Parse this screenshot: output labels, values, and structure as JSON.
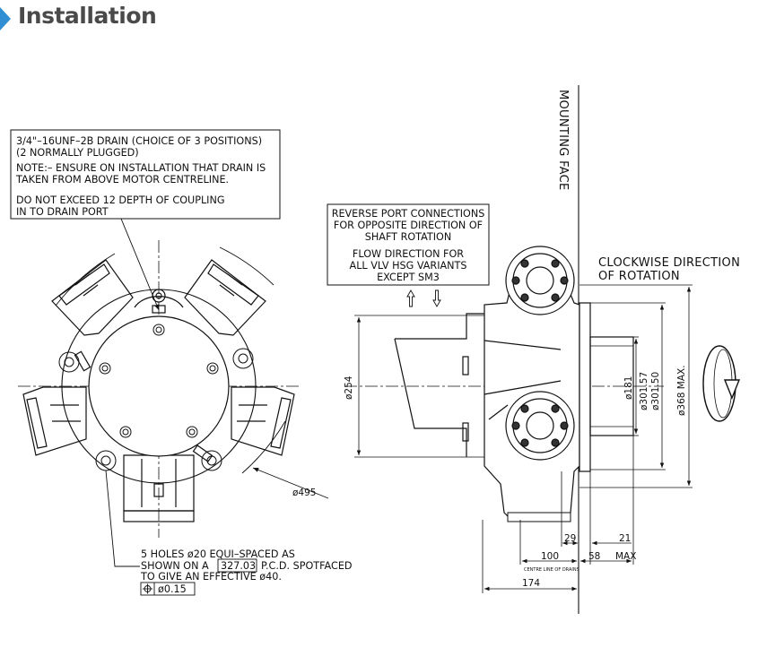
{
  "header": {
    "title": "Installation",
    "accent_color": "#2f8fd2"
  },
  "notes": {
    "drain": [
      "3/4\"–16UNF–2B DRAIN (CHOICE OF 3 POSITIONS)",
      "(2 NORMALLY PLUGGED)",
      "NOTE:– ENSURE ON INSTALLATION THAT DRAIN IS",
      "TAKEN FROM ABOVE MOTOR CENTRELINE.",
      "DO NOT EXCEED 12 DEPTH OF COUPLING",
      "IN TO DRAIN PORT"
    ],
    "reverse": [
      "REVERSE PORT CONNECTIONS",
      "FOR OPPOSITE DIRECTION OF",
      "SHAFT ROTATION",
      "FLOW DIRECTION FOR",
      "ALL VLV HSG VARIANTS",
      "EXCEPT SM3"
    ],
    "holes_line1": "5 HOLES ø20 EQUI–SPACED AS",
    "holes_line2_pre": "SHOWN ON A",
    "holes_pcd": "327.03",
    "holes_line2_post": "P.C.D. SPOTFACED",
    "holes_line3": "TO GIVE AN EFFECTIVE ø40.",
    "tolerance": "ø0.15"
  },
  "labels": {
    "mounting_face": "MOUNTING FACE",
    "rotation_line1": "CLOCKWISE DIRECTION",
    "rotation_line2": "OF ROTATION"
  },
  "dimensions": {
    "d495": "ø495",
    "d254": "ø254",
    "d181": "ø181",
    "d30157": "ø301.57",
    "d30150": "ø301.50",
    "d368": "ø368 MAX.",
    "l29": "29",
    "l21": "21",
    "l100": "100",
    "l58": "58",
    "max": "MAX",
    "l174": "174",
    "centre_drains": "CENTRE LINE OF DRAINS"
  }
}
